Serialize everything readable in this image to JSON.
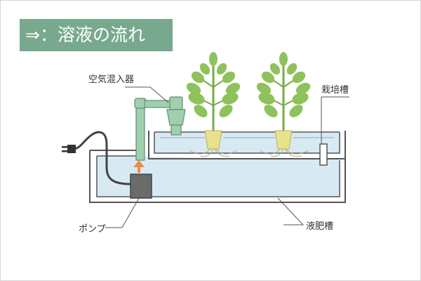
{
  "legend": {
    "text": "⇒：溶液の流れ"
  },
  "labels": {
    "air_mixer": "空気混入器",
    "cultivation_tank": "栽培槽",
    "pump": "ポンプ",
    "nutrient_tank": "液肥槽"
  },
  "colors": {
    "legend_bg": "#78a98f",
    "pipe": "#9fcfae",
    "pipe_stroke": "#5f8f70",
    "water": "#d7eaf4",
    "tank_stroke": "#555555",
    "pump": "#6b6b6b",
    "leaf": "#8fc25a",
    "stem": "#7aab4a",
    "pot": "#e8e28a",
    "arrow": "#ef8a3c"
  },
  "icons": [
    "plug-icon",
    "flow-arrow-icon",
    "plant-icon"
  ]
}
